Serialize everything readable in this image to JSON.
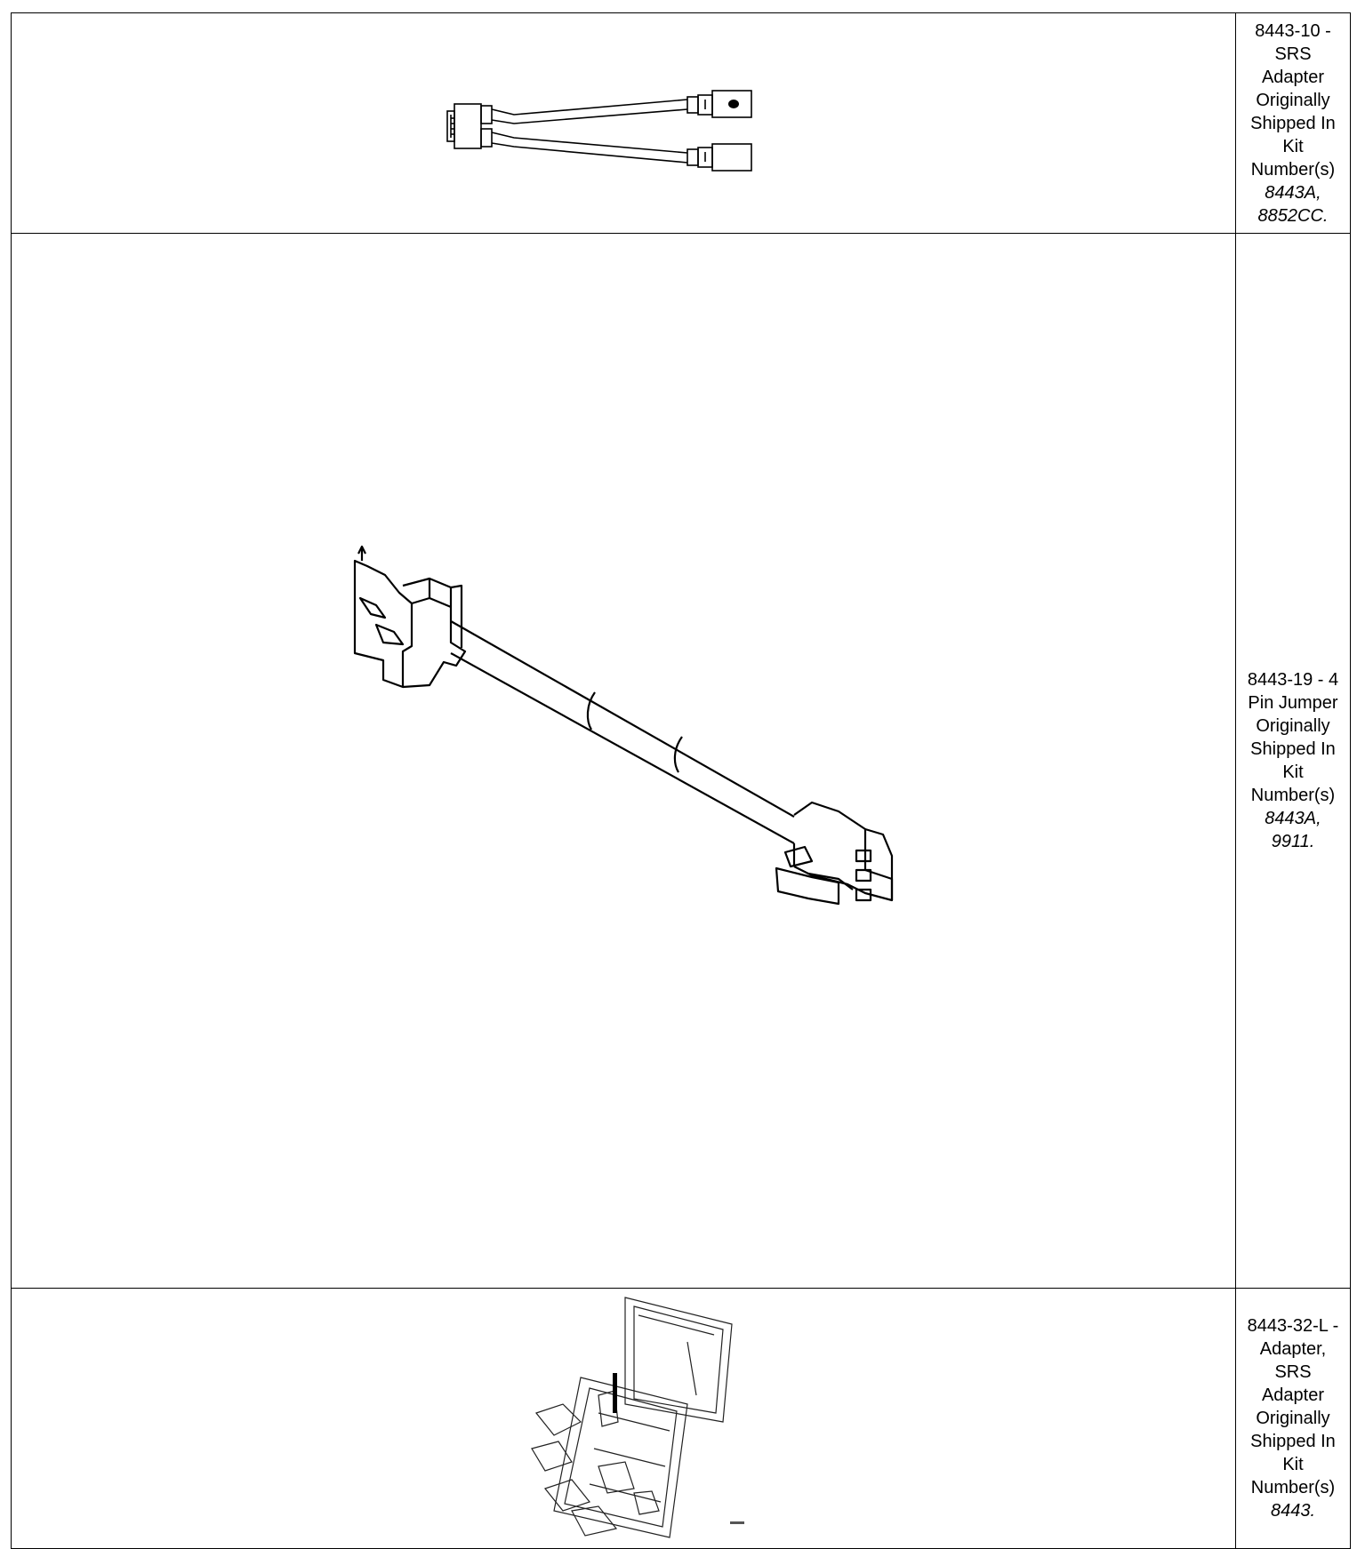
{
  "tools": [
    {
      "desc_lines": [
        "8443-10 -",
        "SRS",
        "Adapter",
        "Originally",
        "Shipped In",
        "Kit",
        "Number(s)"
      ],
      "kits_lines": [
        "8443A,",
        "8852CC."
      ],
      "image_icon": "srs-adapter-cable-illustration"
    },
    {
      "desc_lines": [
        "8443-19 - 4",
        "Pin Jumper",
        "Originally",
        "Shipped In",
        "Kit",
        "Number(s)"
      ],
      "kits_lines": [
        "8443A,",
        "9911."
      ],
      "image_icon": "4-pin-jumper-illustration"
    },
    {
      "desc_lines": [
        "8443-32-L -",
        "Adapter,",
        "SRS",
        "Adapter",
        "Originally",
        "Shipped In",
        "Kit",
        "Number(s)"
      ],
      "kits_lines": [
        "8443."
      ],
      "image_icon": "srs-adapter-kit-case-illustration"
    }
  ]
}
